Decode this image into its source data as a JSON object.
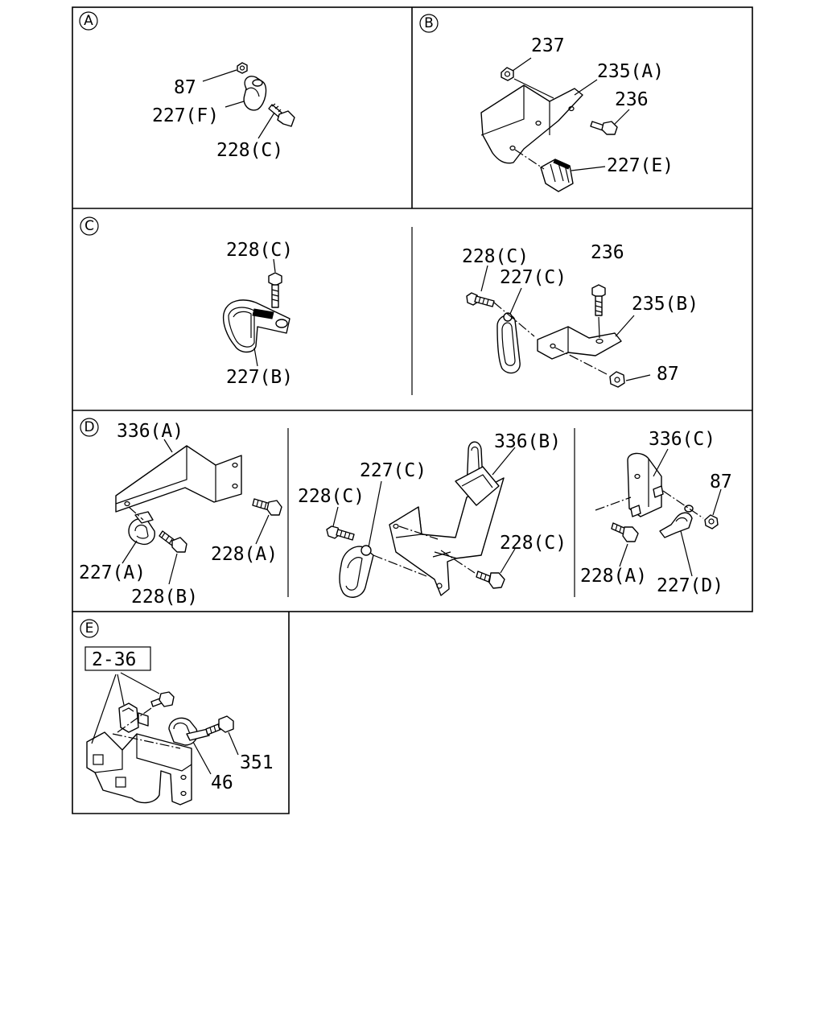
{
  "sections": {
    "A": {
      "marker": "A",
      "labels": {
        "nut": "87",
        "clip": "227(F)",
        "bolt": "228(C)"
      }
    },
    "B": {
      "marker": "B",
      "labels": {
        "nut": "237",
        "bracket": "235(A)",
        "bolt": "236",
        "clip": "227(E)"
      }
    },
    "C": {
      "marker": "C",
      "left": {
        "bolt": "228(C)",
        "clip": "227(B)"
      },
      "right": {
        "bolt_left": "228(C)",
        "clip": "227(C)",
        "bolt_top": "236",
        "bracket": "235(B)",
        "nut": "87"
      }
    },
    "D": {
      "marker": "D",
      "left": {
        "bracket": "336(A)",
        "bolt_a": "228(A)",
        "clip": "227(A)",
        "bolt_b": "228(B)"
      },
      "middle": {
        "clip": "227(C)",
        "bracket": "336(B)",
        "bolt_left": "228(C)",
        "bolt_right": "228(C)"
      },
      "right": {
        "bracket": "336(C)",
        "nut": "87",
        "bolt": "228(A)",
        "clip": "227(D)"
      }
    },
    "E": {
      "marker": "E",
      "ref_box": "2-36",
      "labels": {
        "bolt": "351",
        "clip": "46"
      }
    }
  }
}
